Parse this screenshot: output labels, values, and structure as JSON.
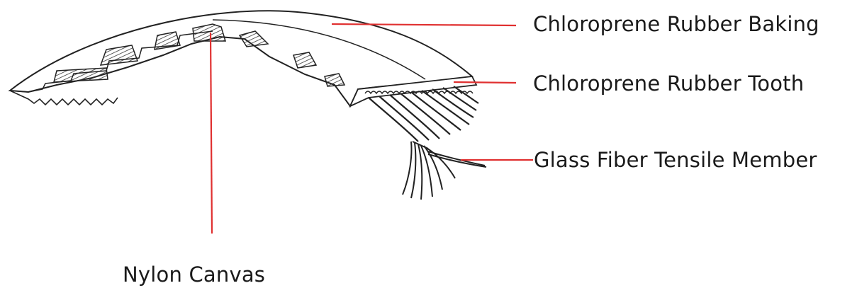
{
  "labels": {
    "backing": "Chloroprene Rubber Baking",
    "tooth": "Chloroprene Rubber Tooth",
    "tensile": "Glass Fiber Tensile Member",
    "canvas": "Nylon Canvas"
  },
  "colors": {
    "leader_line": "#e03030",
    "outline": "#222222",
    "text": "#1a1a1a"
  }
}
